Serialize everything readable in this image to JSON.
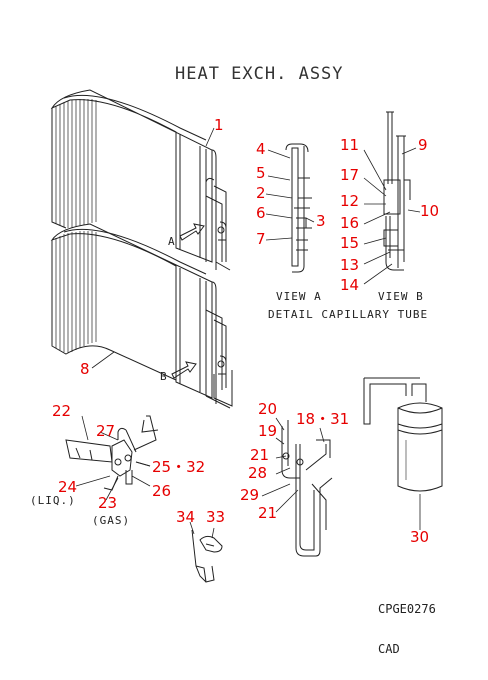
{
  "title": "HEAT EXCH. ASSY",
  "view_labels": {
    "view_a": "VIEW A",
    "view_b": "VIEW B",
    "detail": "DETAIL CAPILLARY TUBE",
    "arrow_a": "A",
    "arrow_b": "B",
    "liq": "(LIQ.)",
    "gas": "(GAS)"
  },
  "codes": {
    "drawing_code": "CPGE0276",
    "cad": "CAD"
  },
  "part_numbers": [
    "1",
    "2",
    "3",
    "4",
    "5",
    "6",
    "7",
    "8",
    "9",
    "10",
    "11",
    "12",
    "13",
    "14",
    "15",
    "16",
    "17",
    "18・31",
    "19",
    "20",
    "21",
    "21",
    "22",
    "23",
    "24",
    "25・32",
    "26",
    "27",
    "28",
    "29",
    "30",
    "33",
    "34"
  ],
  "colors": {
    "callout": "#e60000",
    "line": "#222222"
  }
}
